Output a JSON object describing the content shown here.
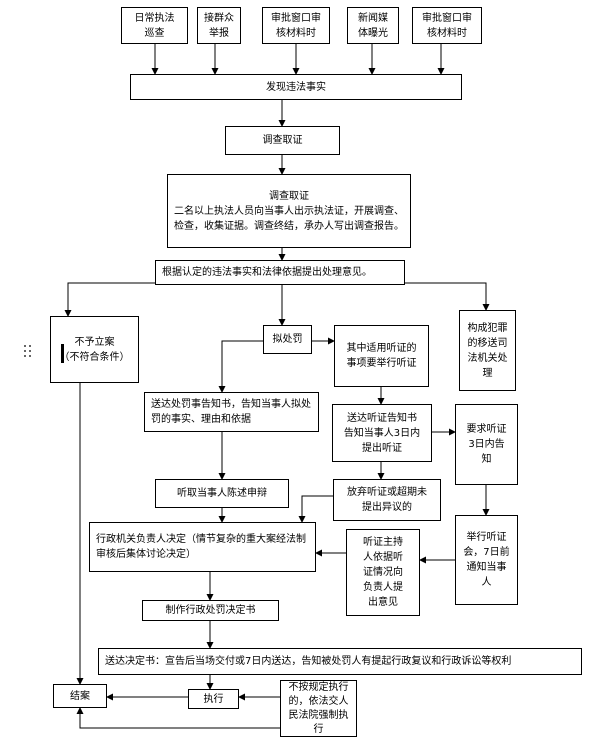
{
  "sources": [
    "日常执法\n巡查",
    "接群众\n举报",
    "审批窗口审\n核材料时",
    "新闻媒\n体曝光",
    "审批窗口审\n核材料时"
  ],
  "discover": "发现违法事实",
  "investigate_title": "调查取证",
  "investigate_detail": "调查取证\n二名以上执法人员向当事人出示执法证，开展调查、检查，收集证据。调查终结，承办人写出调查报告。",
  "opinion": "根据认定的违法事实和法律依据提出处理意见。",
  "no_case": "不予立案\n（不符合条件）",
  "propose_penalty": "拟处罚",
  "hearing_applicable": "其中适用听证的\n事项要举行听证",
  "crime_transfer": "构成犯罪\n的移送司\n法机关处\n理",
  "notice_penalty": "送达处罚事告知书，告知当事人拟处罚的事实、理由和依据",
  "notice_hearing": "送达听证告知书\n告知当事人3日内\n提出听证",
  "request_hearing": "要求听证\n3日内告\n知",
  "hear_defense": "听取当事人陈述申辩",
  "waive_hearing": "放弃听证或超期未\n提出异议的",
  "head_decision": "行政机关负责人决定（情节复杂的重大案经法制审核后集体讨论决定）",
  "host_opinion": "听证主持\n人依据听\n证情况向\n负责人提\n出意见",
  "hold_hearing": "举行听证\n会，7日前\n通知当事\n人",
  "make_decision": "制作行政处罚决定书",
  "deliver_decision": "送达决定书：宣告后当场交付或7日内送达，告知被处罚人有提起行政复议和行政诉讼等权利",
  "close_case": "结案",
  "execute": "执行",
  "court_enforce": "不按规定执行的，依法交人民法院强制执行"
}
